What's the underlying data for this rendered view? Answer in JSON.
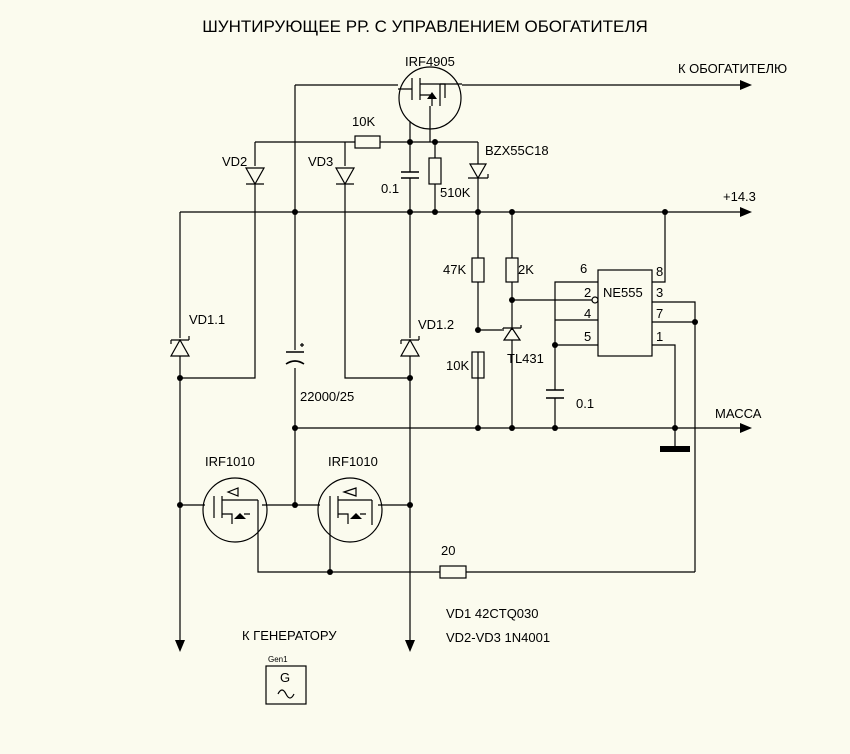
{
  "title": "ШУНТИРУЮЩЕЕ РР. С УПРАВЛЕНИЕМ ОБОГАТИТЕЛЯ",
  "labels": {
    "q_top": "IRF4905",
    "q_left": "IRF1010",
    "q_right": "IRF1010",
    "out_exciter": "К ОБОГАТИТЕЛЮ",
    "rail_plus": "+14.3",
    "ground": "МАССА",
    "r_10k_top": "10K",
    "r_510k": "510K",
    "c_01_top": "0.1",
    "zener": "BZX55C18",
    "vd2": "VD2",
    "vd3": "VD3",
    "vd11": "VD1.1",
    "vd12": "VD1.2",
    "c_big": "22000/25",
    "r_47k": "47K",
    "r_10k_bot": "10K",
    "r_2k": "2K",
    "tl431": "TL431",
    "ic": "NE555",
    "pin6": "6",
    "pin2": "2",
    "pin4": "4",
    "pin5": "5",
    "pin8": "8",
    "pin3": "3",
    "pin7": "7",
    "pin1": "1",
    "c_01_bot": "0.1",
    "r_20": "20",
    "note1": "VD1 42CTQ030",
    "note2": "VD2-VD3 1N4001",
    "to_gen": "К ГЕНЕРАТОРУ",
    "gen_ref": "Gen1",
    "gen_letter": "G"
  }
}
